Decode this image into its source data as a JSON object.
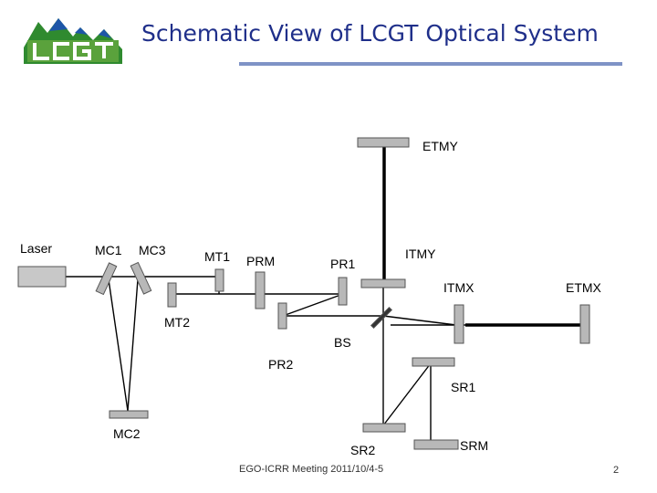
{
  "slide": {
    "title": "Schematic View of LCGT Optical System",
    "logo_text": "LCGT",
    "footer": "EGO-ICRR Meeting 2011/10/4-5",
    "page_number": "2"
  },
  "diagram": {
    "labels": {
      "etmy": "ETMY",
      "laser": "Laser",
      "mc1": "MC1",
      "mc3": "MC3",
      "mt1": "MT1",
      "prm": "PRM",
      "pr1": "PR1",
      "itmy": "ITMY",
      "itmx": "ITMX",
      "etmx": "ETMX",
      "mt2": "MT2",
      "bs": "BS",
      "pr2": "PR2",
      "sr1": "SR1",
      "mc2": "MC2",
      "sr2": "SR2",
      "srm": "SRM"
    }
  },
  "colors": {
    "title": "#1f2f8a",
    "rule": "#7f93c6",
    "logo_green": "#2f8a2f",
    "logo_blue": "#1e56a8",
    "mirror_gray": "#b8b8b8"
  }
}
